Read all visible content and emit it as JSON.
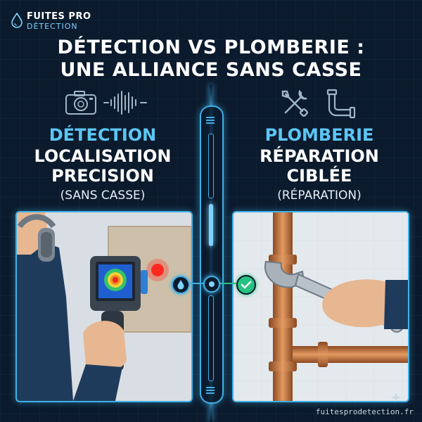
{
  "brand": {
    "line1": "FUITES PRO",
    "line2": "DÉTECTION"
  },
  "title": {
    "line1": "DÉTECTION VS PLOMBERIE :",
    "line2": "UNE ALLIANCE SANS CASSE"
  },
  "left": {
    "heading": "DÉTECTION",
    "line1": "LOCALISATION",
    "line2": "PRECISION",
    "note": "(SANS CASSE)",
    "icons": [
      "camera-icon",
      "sound-wave-icon"
    ]
  },
  "right": {
    "heading": "PLOMBERIE",
    "line1": "RÉPARATION",
    "line2": "CIBLÉE",
    "note": "(RÉPARATION)",
    "icons": [
      "tools-icon",
      "pipe-icon"
    ]
  },
  "footer": {
    "url": "fuitesprodetection.fr"
  },
  "colors": {
    "accent": "#3fb0e6",
    "heading_blue": "#5cc6f5",
    "success": "#26c281",
    "copper": "#c77a45",
    "background": "#0b1a2c"
  }
}
